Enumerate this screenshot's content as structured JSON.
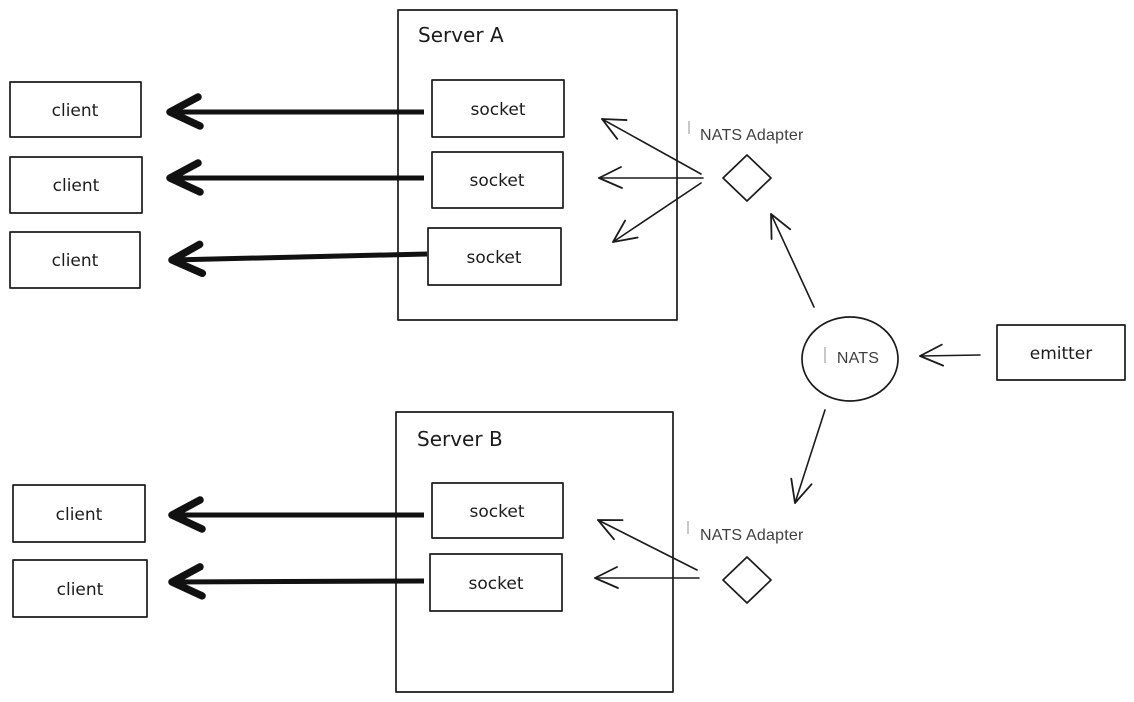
{
  "diagram": {
    "background": "#ffffff",
    "stroke_color": "#1b1b1b",
    "label_color": "#3f3f3f",
    "server_a": {
      "title": "Server A",
      "sockets": [
        "socket",
        "socket",
        "socket"
      ]
    },
    "server_b": {
      "title": "Server B",
      "sockets": [
        "socket",
        "socket"
      ]
    },
    "clients_a": [
      "client",
      "client",
      "client"
    ],
    "clients_b": [
      "client",
      "client"
    ],
    "adapter_a_label": "NATS Adapter",
    "adapter_b_label": "NATS Adapter",
    "nats_label": "NATS",
    "emitter_label": "emitter"
  }
}
